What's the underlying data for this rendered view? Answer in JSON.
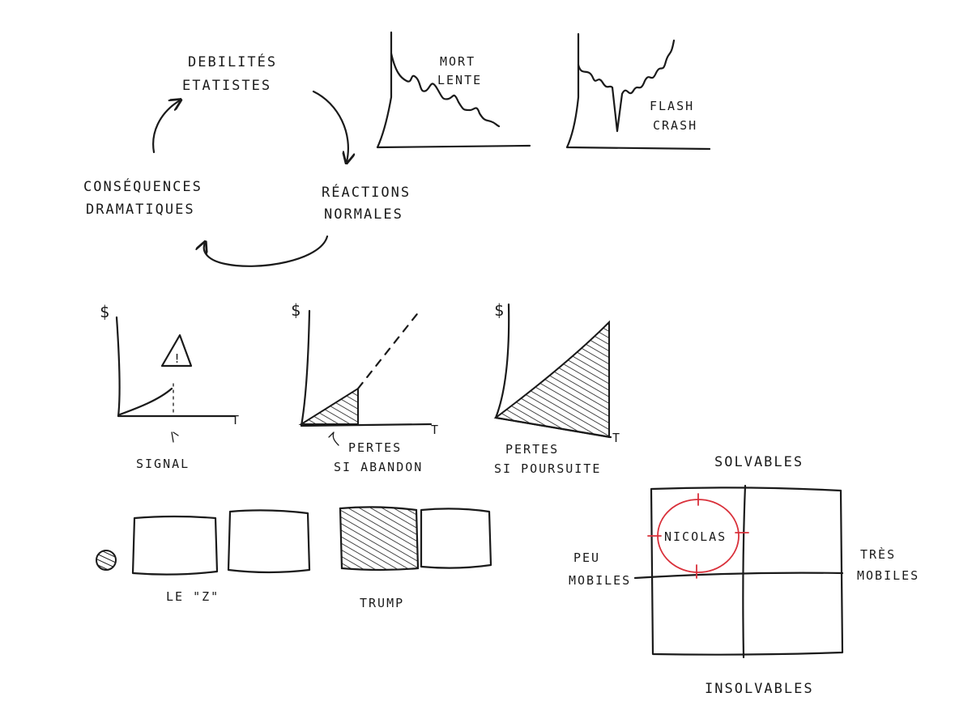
{
  "cycle": {
    "top": [
      "DEBILITÉS",
      "ETATISTES"
    ],
    "right": [
      "RÉACTIONS",
      "NORMALES"
    ],
    "left": [
      "CONSÉQUENCES",
      "DRAMATIQUES"
    ]
  },
  "curves": {
    "slow": [
      "MORT",
      "LENTE"
    ],
    "crash": [
      "FLASH",
      "CRASH"
    ]
  },
  "small_graphs": {
    "y_symbol": "$",
    "x_symbol": "T",
    "warning_mark": "!",
    "signal_label": "SIGNAL",
    "losses_abandon": [
      "PERTES",
      "SI ABANDON"
    ],
    "losses_continue": [
      "PERTES",
      "SI POURSUITE"
    ]
  },
  "boxes": {
    "label_z": "LE \"Z\"",
    "label_trump": "TRUMP"
  },
  "matrix": {
    "top": "SOLVABLES",
    "bottom": "INSOLVABLES",
    "left": [
      "PEU",
      "MOBILES"
    ],
    "right": [
      "TRÈS",
      "MOBILES"
    ],
    "circled": "NICOLAS",
    "circle_color": "#d9303a"
  }
}
